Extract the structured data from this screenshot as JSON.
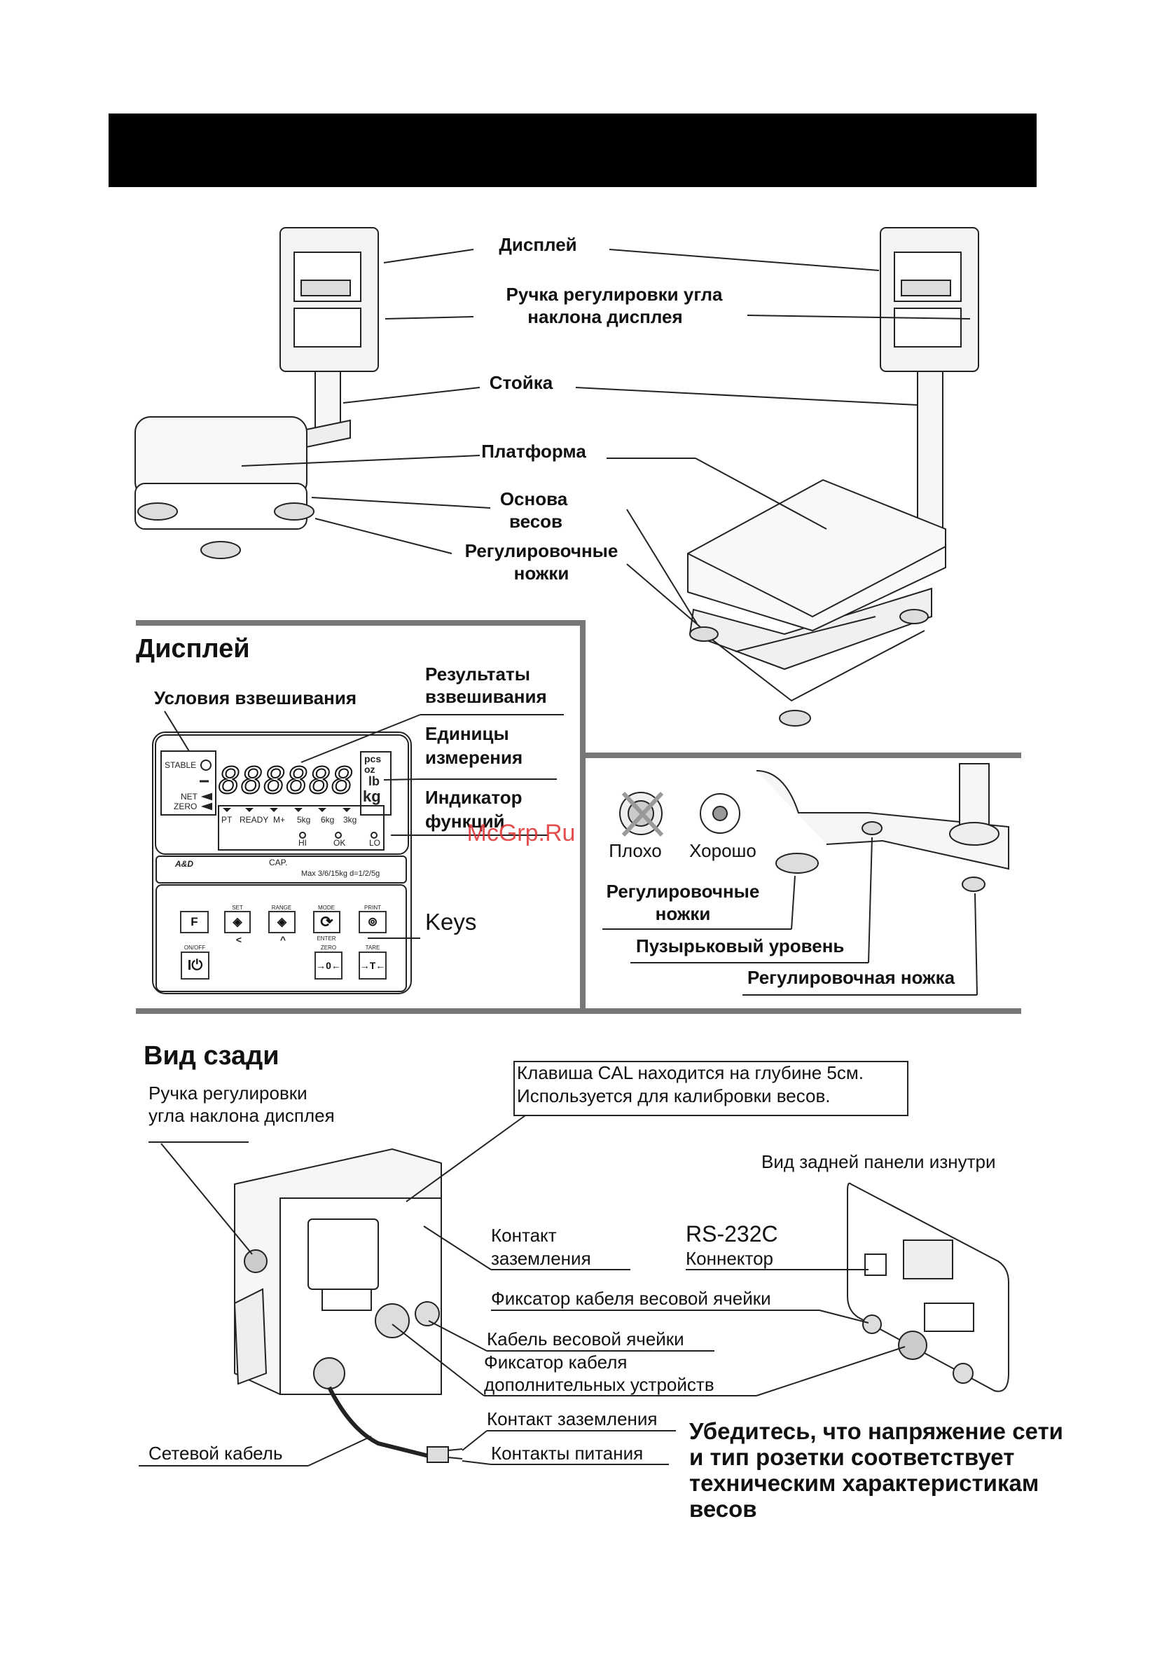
{
  "header_bar": {
    "color": "#000000"
  },
  "top_labels": {
    "display": "Дисплей",
    "tilt_knob_line1": "Ручка регулировки угла",
    "tilt_knob_line2": "наклона дисплея",
    "pole": "Стойка",
    "platform": "Платформа",
    "base_line1": "Основа",
    "base_line2": "весов",
    "feet_line1": "Регулировочные",
    "feet_line2": "ножки"
  },
  "display_section": {
    "title": "Дисплей",
    "weighing_conditions": "Условия взвешивания",
    "results_line1": "Результаты",
    "results_line2": "взвешивания",
    "units_line1": "Единицы",
    "units_line2": "измерения",
    "indicator_line1": "Индикатор",
    "indicator_line2": "функций",
    "keys": "Keys",
    "panel": {
      "stable": "STABLE",
      "net": "NET",
      "zero": "ZERO",
      "digits": "888888",
      "units": [
        "pcs",
        "oz",
        "lb",
        "kg"
      ],
      "indicators": [
        "PT",
        "READY",
        "M+",
        "5kg",
        "6kg",
        "3kg"
      ],
      "comparators": [
        "HI",
        "OK",
        "LO"
      ],
      "brand": "A&D",
      "cap": "CAP.",
      "capacity": "Max 3/6/15kg  d=1/2/5g",
      "key_f": "F",
      "key_set": "SET",
      "key_range": "RANGE",
      "key_mode": "MODE",
      "key_print": "PRINT",
      "enter": "ENTER",
      "key_onoff": "ON/OFF",
      "key_zero": "ZERO",
      "key_tare": "TARE",
      "arrow_left": "<",
      "arrow_up": "^"
    }
  },
  "level_section": {
    "bad": "Плохо",
    "good": "Хорошо",
    "feet_line1": "Регулировочные",
    "feet_line2": "ножки",
    "bubble_level": "Пузырьковый уровень",
    "foot": "Регулировочная ножка"
  },
  "watermark": "McGrp.Ru",
  "rear_section": {
    "title": "Вид сзади",
    "tilt_knob_line1": "Ручка регулировки",
    "tilt_knob_line2": "угла наклона дисплея",
    "cal_line1": "Клавиша CAL находится на глубине 5см.",
    "cal_line2": "Используется для калибровки весов.",
    "inner_view": "Вид задней панели изнутри",
    "ground_line1": "Контакт",
    "ground_line2": "заземления",
    "rs232": "RS-232C",
    "connector": "Коннектор",
    "loadcell_clamp": "Фиксатор кабеля весовой ячейки",
    "loadcell_cable": "Кабель весовой ячейки",
    "aux_clamp_line1": "Фиксатор кабеля",
    "aux_clamp_line2": "дополнительных устройств",
    "ground_contact": "Контакт заземления",
    "power_contacts": "Контакты питания",
    "power_cable": "Сетевой кабель",
    "note": [
      "Убедитесь, что напряжение сети",
      "и тип розетки соответствует",
      "техническим характеристикам",
      "весов"
    ]
  }
}
